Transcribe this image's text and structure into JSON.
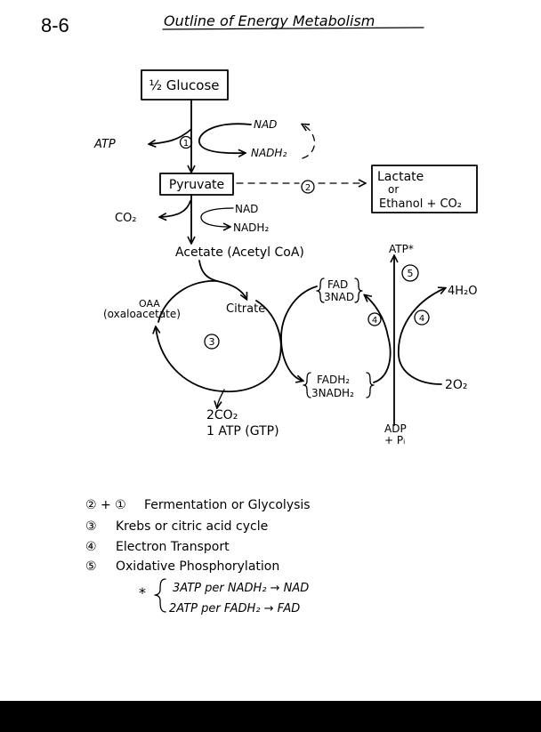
{
  "page_number": "8-6",
  "title": "Outline of Energy Metabolism",
  "nodes": {
    "glucose": "½ Glucose",
    "pyruvate": "Pyruvate",
    "lactate_line1": "Lactate",
    "lactate_line2": "or",
    "lactate_line3": "Ethanol + CO₂",
    "acetate": "Acetate (Acetyl CoA)",
    "oaa": "OAA",
    "oxaloacetate": "(oxaloacetate)",
    "citrate": "Citrate",
    "co2_krebs": "2CO₂",
    "atp_gtp": "1 ATP (GTP)",
    "fad_3nad_line1": "FAD",
    "fad_3nad_line2": "3NAD",
    "fadh2_line1": "FADH₂",
    "fadh2_line2": "3NADH₂",
    "atp_star": "ATP*",
    "adp_line1": "ADP",
    "adp_line2": "+ Pᵢ",
    "h2o": "4H₂O",
    "o2": "2O₂"
  },
  "side_labels": {
    "atp": "ATP",
    "nad_top": "NAD",
    "nadh2_top": "NADH₂",
    "co2_pyruvate": "CO₂",
    "nad_mid": "NAD",
    "nadh2_mid": "NADH₂"
  },
  "step_markers": {
    "one": "1",
    "two": "2",
    "three": "3",
    "four_left": "4",
    "four_right": "4",
    "five": "5"
  },
  "legend": [
    {
      "markers": "② + ①",
      "text": "Fermentation or Glycolysis"
    },
    {
      "markers": "③",
      "text": "Krebs or citric acid cycle"
    },
    {
      "markers": "④",
      "text": "Electron Transport"
    },
    {
      "markers": "⑤",
      "text": "Oxidative Phosphorylation"
    }
  ],
  "footnote": {
    "star": "*",
    "line1": "3ATP per NADH₂ → NAD",
    "line2": "2ATP per FADH₂ → FAD"
  }
}
